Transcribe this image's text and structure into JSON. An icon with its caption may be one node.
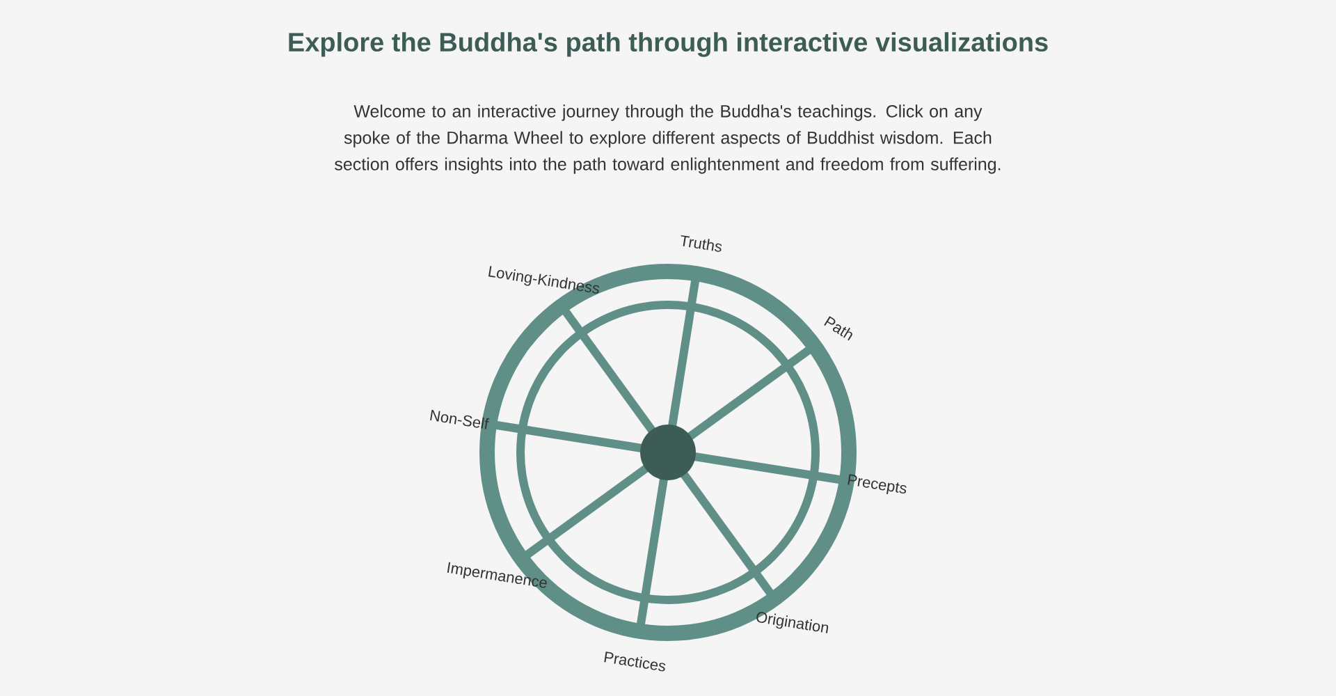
{
  "diagram": {
    "title": "Explore the Buddha's path through interactive visualizations",
    "labels": [
      "Welcome to an interactive journey through the Buddha's teachings. Click on any spoke of the Dharma Wheel to explore different aspects of Buddhist wisdom. Each section offers insights into the path toward enlightenment and freedom from suffering.",
      "Truths",
      "Path",
      "Precepts",
      "Origination",
      "Practices",
      "Impermanence",
      "Non-Self",
      "Loving-Kindness"
    ]
  }
}
